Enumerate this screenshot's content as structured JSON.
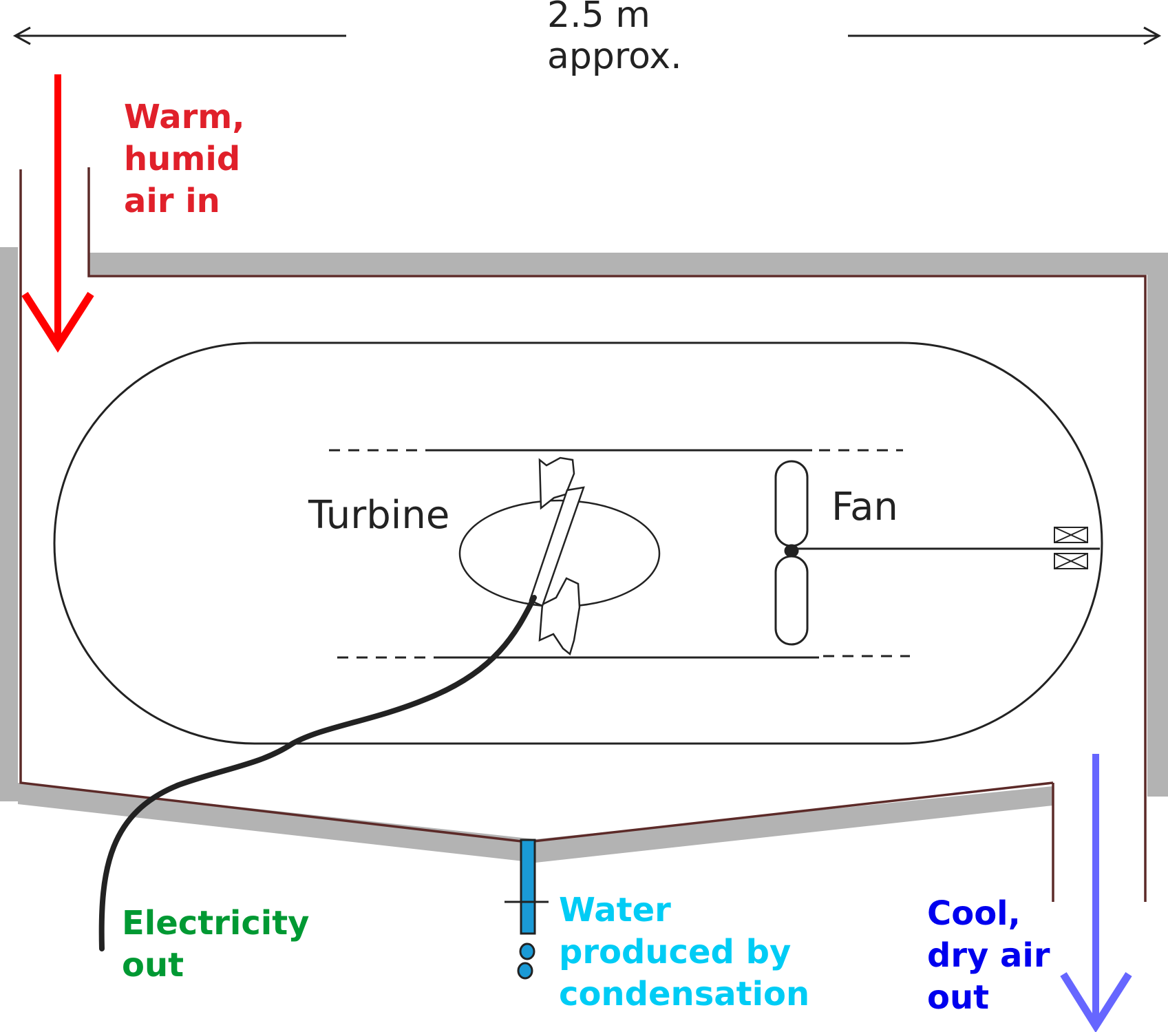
{
  "dimension": {
    "label": "2.5 m\napprox."
  },
  "components": {
    "turbine": "Turbine",
    "fan": "Fan"
  },
  "flows": {
    "air_in": {
      "label": "Warm,\nhumid\nair in",
      "color": "#e0202a",
      "arrow_color": "#ff0000"
    },
    "electricity": {
      "label": "Electricity\nout",
      "color": "#009933"
    },
    "water": {
      "label": "Water\nproduced by\ncondensation",
      "color": "#00ccf5",
      "pipe_color": "#1a9ad6"
    },
    "air_out": {
      "label": "Cool,\ndry air\nout",
      "color": "#0000ee",
      "arrow_color": "#6666ff"
    }
  },
  "colors": {
    "wall": "#5c2a28",
    "insulation": "#b3b3b3",
    "line": "#222222"
  }
}
